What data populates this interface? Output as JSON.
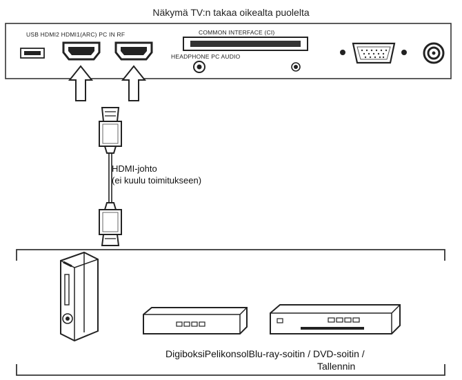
{
  "title": "Näkymä TV:n takaa oikealta puolelta",
  "ports": {
    "usb_hdmi": "USB HDMI2 HDMI1(ARC) PC IN RF",
    "common_interface": "COMMON INTERFACE (CI)",
    "headphone_pc_audio": "HEADPHONE PC AUDIO"
  },
  "cable": {
    "line1": "HDMI-johto",
    "line2": "(ei kuulu toimitukseen)"
  },
  "devices": {
    "line1": "DigiboksiPelikonsolBlu-ray-soitin / DVD-soitin /",
    "line2": "Tallennin"
  }
}
